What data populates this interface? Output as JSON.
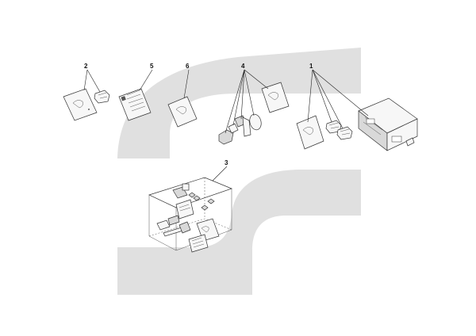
{
  "callouts": {
    "c1": "1",
    "c2": "2",
    "c3": "3",
    "c4": "4",
    "c5": "5",
    "c6": "6"
  },
  "colors": {
    "watermark": "#e0e0e0",
    "line": "#222222",
    "part_fill": "#f7f7f7"
  }
}
